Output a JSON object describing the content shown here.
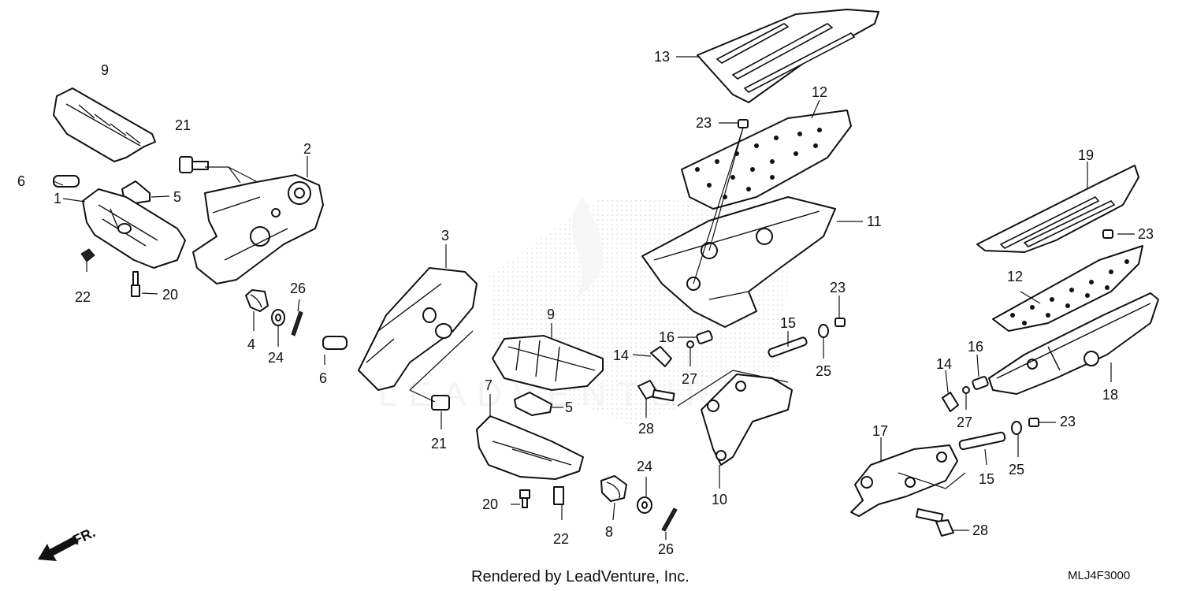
{
  "diagram": {
    "footer_credit": "Rendered by LeadVenture, Inc.",
    "diagram_code": "MLJ4F3000",
    "front_indicator": "FR.",
    "watermark": "LEADVENTURE",
    "callouts": [
      {
        "id": "c-9a",
        "text": "9"
      },
      {
        "id": "c-21a",
        "text": "21"
      },
      {
        "id": "c-2",
        "text": "2"
      },
      {
        "id": "c-6a",
        "text": "6"
      },
      {
        "id": "c-5a",
        "text": "5"
      },
      {
        "id": "c-1",
        "text": "1"
      },
      {
        "id": "c-22a",
        "text": "22"
      },
      {
        "id": "c-20a",
        "text": "20"
      },
      {
        "id": "c-4",
        "text": "4"
      },
      {
        "id": "c-24a",
        "text": "24"
      },
      {
        "id": "c-26a",
        "text": "26"
      },
      {
        "id": "c-3",
        "text": "3"
      },
      {
        "id": "c-6b",
        "text": "6"
      },
      {
        "id": "c-21b",
        "text": "21"
      },
      {
        "id": "c-9b",
        "text": "9"
      },
      {
        "id": "c-7",
        "text": "7"
      },
      {
        "id": "c-5b",
        "text": "5"
      },
      {
        "id": "c-20b",
        "text": "20"
      },
      {
        "id": "c-22b",
        "text": "22"
      },
      {
        "id": "c-8",
        "text": "8"
      },
      {
        "id": "c-24b",
        "text": "24"
      },
      {
        "id": "c-26b",
        "text": "26"
      },
      {
        "id": "c-13",
        "text": "13"
      },
      {
        "id": "c-12a",
        "text": "12"
      },
      {
        "id": "c-23a",
        "text": "23"
      },
      {
        "id": "c-11",
        "text": "11"
      },
      {
        "id": "c-14a",
        "text": "14"
      },
      {
        "id": "c-16a",
        "text": "16"
      },
      {
        "id": "c-27a",
        "text": "27"
      },
      {
        "id": "c-28a",
        "text": "28"
      },
      {
        "id": "c-15a",
        "text": "15"
      },
      {
        "id": "c-23b",
        "text": "23"
      },
      {
        "id": "c-25a",
        "text": "25"
      },
      {
        "id": "c-10",
        "text": "10"
      },
      {
        "id": "c-19",
        "text": "19"
      },
      {
        "id": "c-23c",
        "text": "23"
      },
      {
        "id": "c-12b",
        "text": "12"
      },
      {
        "id": "c-14b",
        "text": "14"
      },
      {
        "id": "c-16b",
        "text": "16"
      },
      {
        "id": "c-27b",
        "text": "27"
      },
      {
        "id": "c-18",
        "text": "18"
      },
      {
        "id": "c-23d",
        "text": "23"
      },
      {
        "id": "c-17",
        "text": "17"
      },
      {
        "id": "c-25b",
        "text": "25"
      },
      {
        "id": "c-15b",
        "text": "15"
      },
      {
        "id": "c-28b",
        "text": "28"
      }
    ]
  }
}
